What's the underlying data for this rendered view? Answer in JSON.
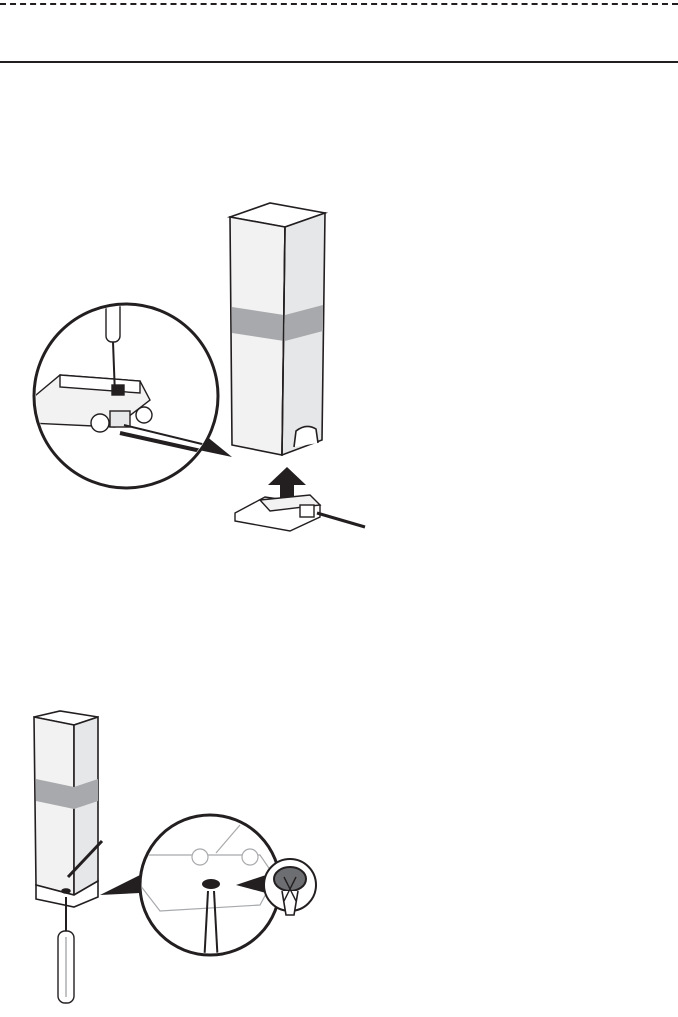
{
  "page": {
    "header_rule": "dashed",
    "section_rule": "solid"
  },
  "figures": [
    {
      "id": "bracket-removal",
      "icons": [
        "speaker-icon",
        "magnifier-callout",
        "screwdriver-icon",
        "lift-arrow-icon",
        "speaker-wire-icon"
      ]
    },
    {
      "id": "bracket-screw",
      "icons": [
        "speaker-icon",
        "magnifier-callout",
        "screwdriver-icon",
        "screw-hole-icon"
      ]
    }
  ],
  "colors": {
    "line": "#231f20",
    "band": "#a7a9ac",
    "shade": "#e6e7e8"
  }
}
